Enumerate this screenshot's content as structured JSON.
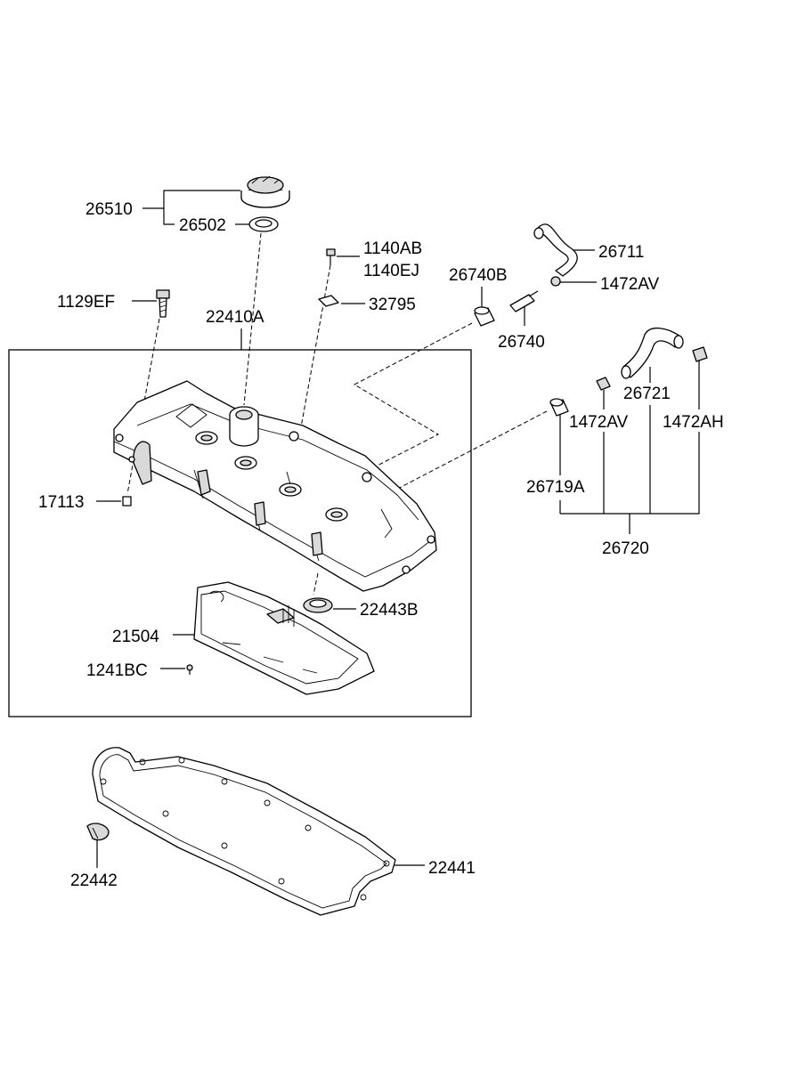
{
  "diagram": {
    "labels": {
      "p26510": "26510",
      "p26502": "26502",
      "p1140AB": "1140AB",
      "p1140EJ": "1140EJ",
      "p26740B": "26740B",
      "p26711": "26711",
      "p1472AV_top": "1472AV",
      "p1129EF": "1129EF",
      "p22410A": "22410A",
      "p32795": "32795",
      "p26740": "26740",
      "p26721": "26721",
      "p1472AV_mid": "1472AV",
      "p1472AH": "1472AH",
      "p17113": "17113",
      "p26719A": "26719A",
      "p26720": "26720",
      "p22443B": "22443B",
      "p21504": "21504",
      "p1241BC": "1241BC",
      "p22441": "22441",
      "p22442": "22442"
    }
  }
}
